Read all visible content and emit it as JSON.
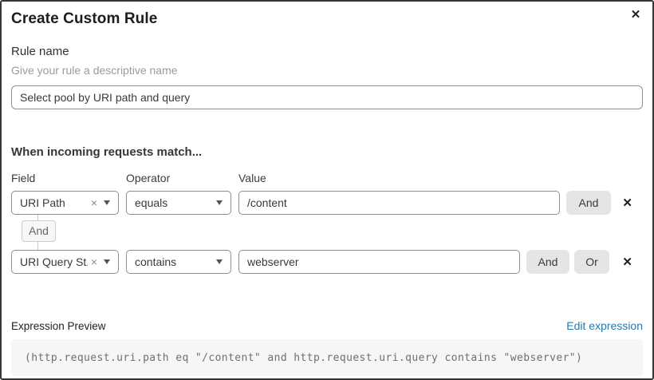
{
  "dialog": {
    "title": "Create Custom Rule",
    "close_icon": "✕"
  },
  "rule_name": {
    "label": "Rule name",
    "helper": "Give your rule a descriptive name",
    "value": "Select pool by URI path and query"
  },
  "matcher": {
    "heading": "When incoming requests match...",
    "columns": {
      "field": "Field",
      "operator": "Operator",
      "value": "Value"
    },
    "rows": [
      {
        "field": "URI Path",
        "operator": "equals",
        "value": "/content",
        "and_label": "And"
      },
      {
        "field": "URI Query St...",
        "operator": "contains",
        "value": "webserver",
        "and_label": "And",
        "or_label": "Or"
      }
    ],
    "connector_label": "And",
    "clear_icon": "×",
    "remove_icon": "✕"
  },
  "expression": {
    "label": "Expression Preview",
    "edit_link": "Edit expression",
    "code": "(http.request.uri.path eq \"/content\" and http.request.uri.query contains \"webserver\")"
  },
  "colors": {
    "link": "#2779ad",
    "border": "#8f8f8f",
    "button_bg": "#e5e5e6",
    "code_bg": "#f6f6f6"
  }
}
